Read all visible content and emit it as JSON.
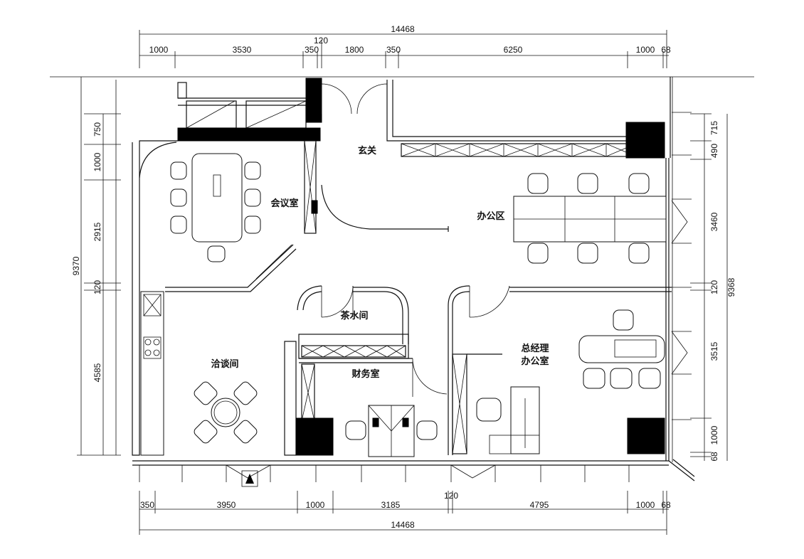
{
  "rooms": {
    "entrance": "玄关",
    "meeting": "会议室",
    "office_area": "办公区",
    "pantry": "茶水间",
    "reception": "洽谈间",
    "finance": "财务室",
    "gm_office_line1": "总经理",
    "gm_office_line2": "办公室"
  },
  "dimensions": {
    "top_total": "14468",
    "top_segments": [
      "1000",
      "3530",
      "350",
      "1800",
      "350",
      "6250",
      "1000",
      "68"
    ],
    "top_small": "120",
    "bottom_total": "14468",
    "bottom_segments": [
      "350",
      "3950",
      "1000",
      "3185",
      "4795",
      "1000",
      "68"
    ],
    "bottom_small": "120",
    "left_total": "9370",
    "left_segments": [
      "750",
      "1000",
      "2915",
      "120",
      "4585"
    ],
    "right_total": "9368",
    "right_segments": [
      "715",
      "490",
      "3460",
      "120",
      "3515",
      "1000",
      "68"
    ]
  }
}
